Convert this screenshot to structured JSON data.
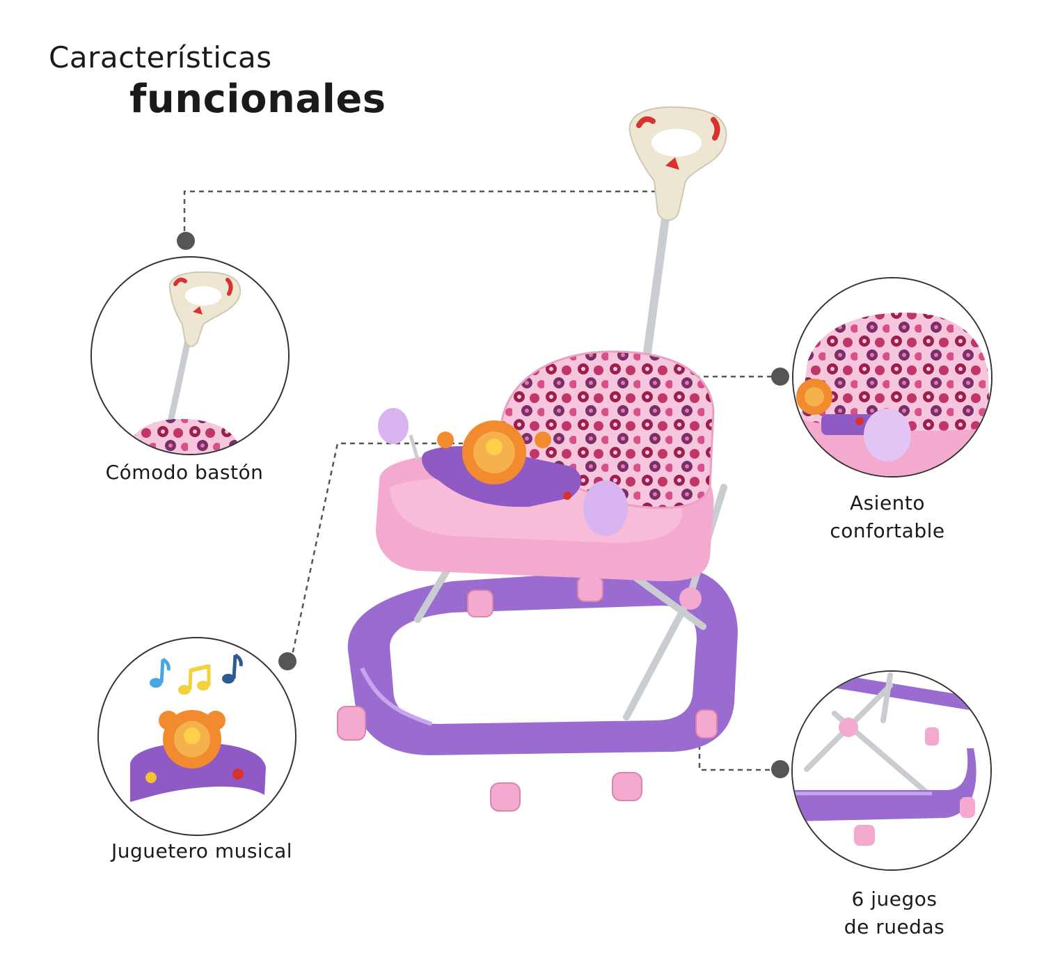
{
  "header": {
    "line1": "Características",
    "line2": "funcionales"
  },
  "features": [
    {
      "label": "Cómodo bastón"
    },
    {
      "label_line1": "Asiento",
      "label_line2": "confortable"
    },
    {
      "label": "Juguetero musical"
    },
    {
      "label_line1": "6 juegos",
      "label_line2": "de ruedas"
    }
  ],
  "icons": [
    "music-note-blue-icon",
    "music-notes-yellow-icon",
    "music-note-navy-icon"
  ],
  "colors": {
    "pink": "#f4a9cf",
    "purple": "#9b6ccf",
    "orange": "#f28a2e",
    "handle": "#ece6d2",
    "accent_red": "#d8322f",
    "leader": "#555555"
  }
}
